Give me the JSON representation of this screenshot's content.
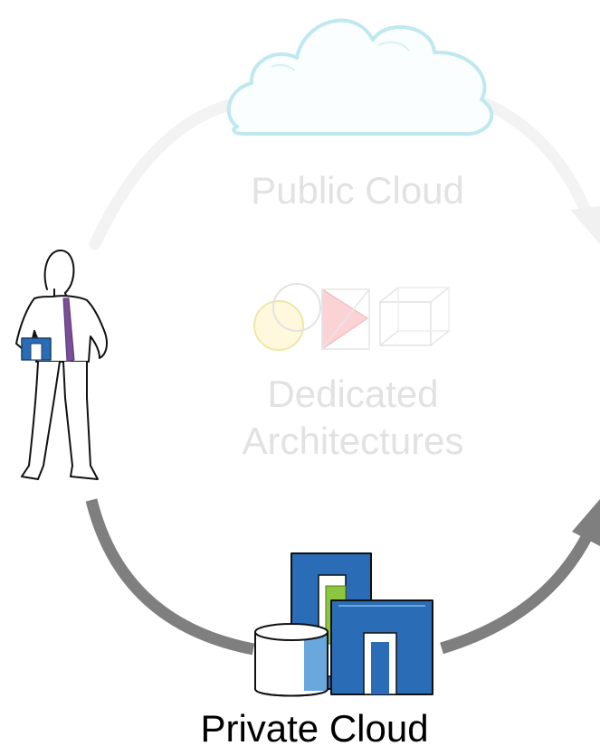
{
  "labels": {
    "public_cloud": "Public Cloud",
    "dedicated_line1": "Dedicated",
    "dedicated_line2": "Architectures",
    "private_cloud": "Private Cloud"
  },
  "colors": {
    "faded_ring": "#f1f1f1",
    "active_arrow": "#7f7f7f",
    "faded_text": "#e2e2e2",
    "active_text": "#000000",
    "building_blue": "#2a6cb5",
    "building_green": "#8cc63f",
    "cloud_outline": "#bfe8f0",
    "person_accent": "#7a4f96"
  },
  "icons": {
    "cloud": "cloud-icon",
    "person": "person-icon",
    "shapes": "shapes-icon",
    "buildings": "buildings-icon"
  }
}
